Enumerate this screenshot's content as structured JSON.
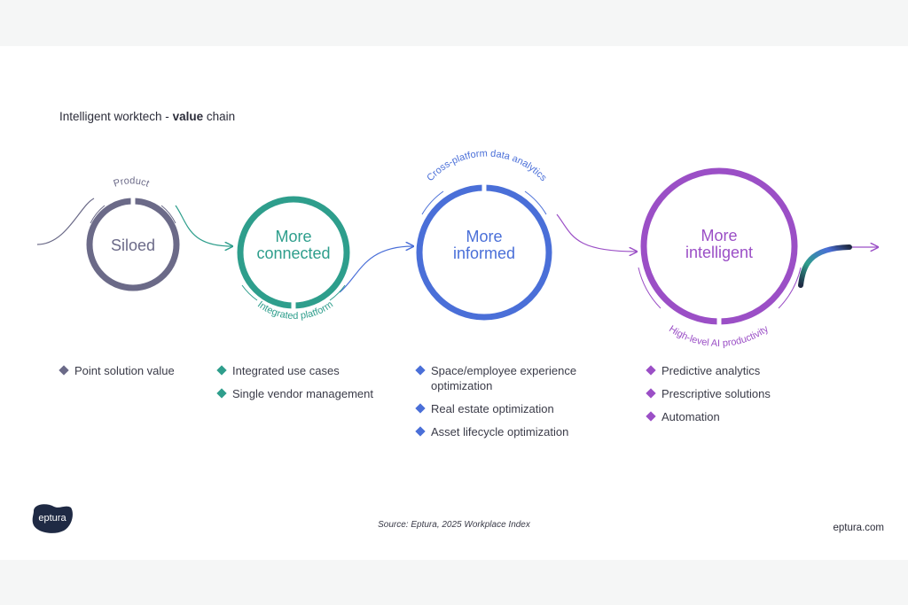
{
  "title": {
    "prefix": "Intelligent worktech - ",
    "bold": "value",
    "suffix": " chain"
  },
  "stages": [
    {
      "label": "Product",
      "line1": "Siloed",
      "line2": "",
      "color": "#6b6a88",
      "arc_label_position": "top",
      "bullets": [
        "Point solution value"
      ]
    },
    {
      "label": "Integrated platform",
      "line1": "More",
      "line2": "connected",
      "color": "#2e9e8c",
      "arc_label_position": "bottom",
      "bullets": [
        "Integrated use cases",
        "Single vendor management"
      ]
    },
    {
      "label": "Cross-platform data analytics",
      "line1": "More",
      "line2": "informed",
      "color": "#4a6fd8",
      "arc_label_position": "top",
      "bullets": [
        "Space/employee experience optimization",
        "Real estate optimization",
        "Asset lifecycle optimization"
      ]
    },
    {
      "label": "High-level AI productivity",
      "line1": "More",
      "line2": "intelligent",
      "color": "#9b4fc6",
      "arc_label_position": "bottom",
      "bullets": [
        "Predictive analytics",
        "Prescriptive solutions",
        "Automation"
      ]
    }
  ],
  "logo": {
    "text": "eptura",
    "color": "#1f2a44"
  },
  "source": "Source: Eptura, 2025 Workplace Index",
  "site": "eptura.com"
}
